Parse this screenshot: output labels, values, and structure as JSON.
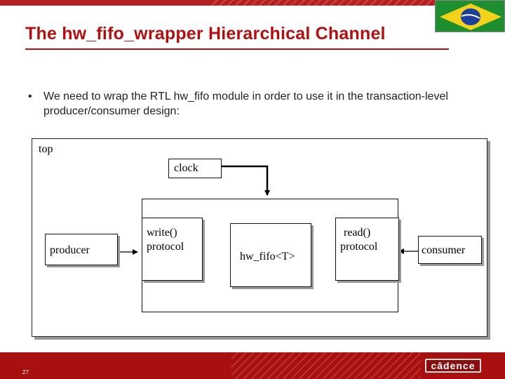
{
  "slide": {
    "title": "The hw_fifo_wrapper Hierarchical Channel",
    "bullet": "We need to wrap the RTL hw_fifo module in order to use it in the transaction-level producer/consumer design:",
    "bullet_marker": "•",
    "page_number": "27",
    "brand": "cādence"
  },
  "diagram": {
    "labels": {
      "top": "top",
      "clock": "clock",
      "producer": "producer",
      "write_protocol_line1": "write()",
      "write_protocol_line2": "protocol",
      "hw_fifo": "hw_fifo<T>",
      "read_protocol_line1": "read()",
      "read_protocol_line2": "protocol",
      "consumer": "consumer"
    }
  },
  "colors": {
    "accent_red": "#b01010",
    "footer_red": "#a81010",
    "box_border": "#111111"
  }
}
